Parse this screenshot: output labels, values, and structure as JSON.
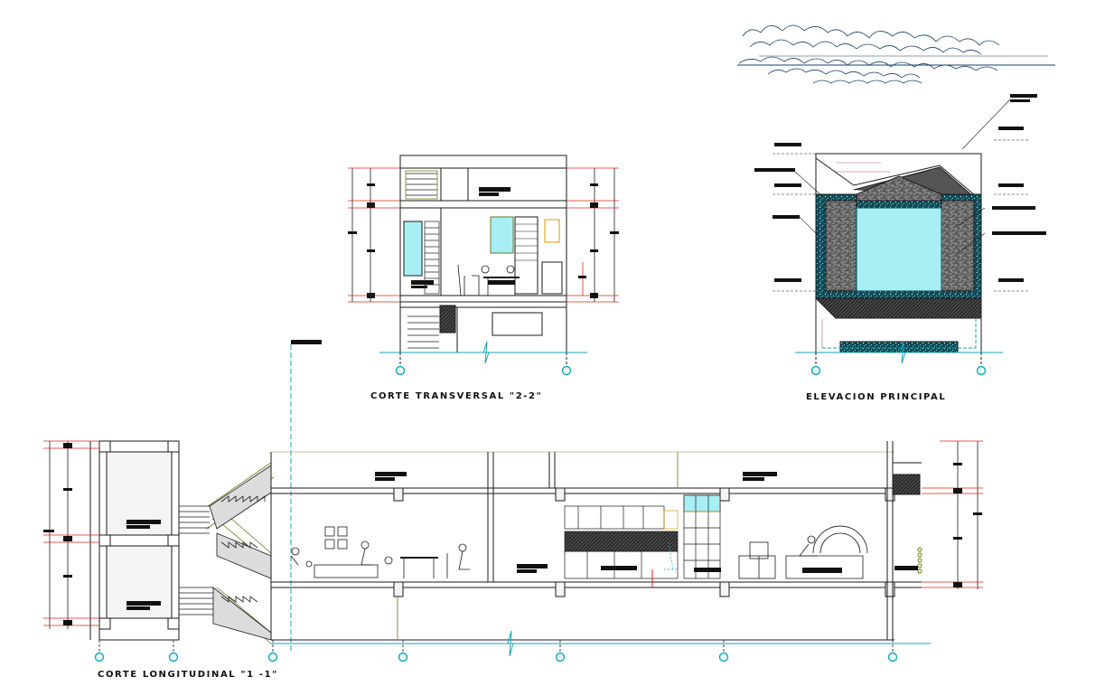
{
  "drawing": {
    "titles": {
      "transversal": "CORTE TRANSVERSAL \"2-2\"",
      "elevacion": "ELEVACION PRINCIPAL",
      "longitudinal": "CORTE LONGITUDINAL \"1 -1\""
    },
    "colors": {
      "line": "#1a1a1a",
      "dimension": "#e0201e",
      "axis_bubble": "#13a6b8",
      "glass": "#a8eef5",
      "stone": "#3b3b3b",
      "speckle": "#0d4b57",
      "wall_fill": "#f4f4f4",
      "olive": "#8d8f2e",
      "cloud": "#1b3f66"
    }
  }
}
